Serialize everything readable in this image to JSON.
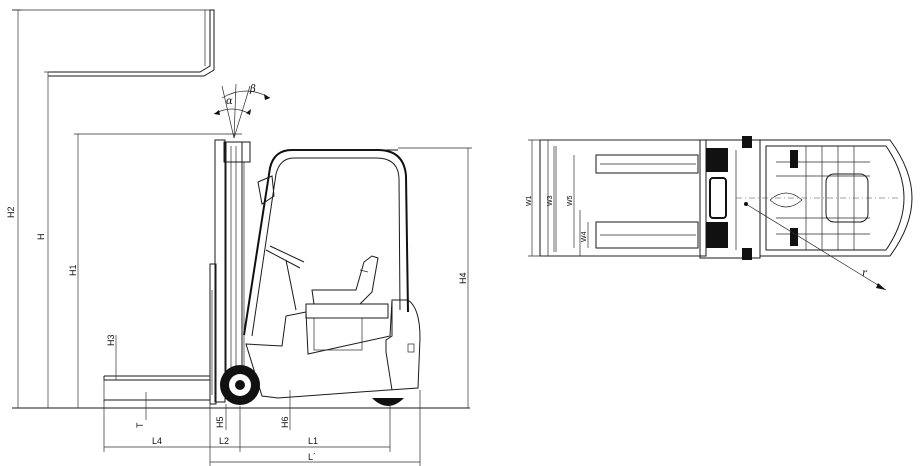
{
  "side_view": {
    "labels": {
      "H2": "H2",
      "H": "H",
      "H1": "H1",
      "H3": "H3",
      "H4": "H4",
      "H5": "H5",
      "H6": "H6",
      "T": "T",
      "L4": "L4",
      "L2": "L2",
      "L1": "L1",
      "L_total": "L´",
      "alpha": "α",
      "beta": "β"
    }
  },
  "top_view": {
    "labels": {
      "W1": "W1",
      "W3": "W3",
      "W5": "W5",
      "W4": "W4",
      "r": "r"
    }
  }
}
